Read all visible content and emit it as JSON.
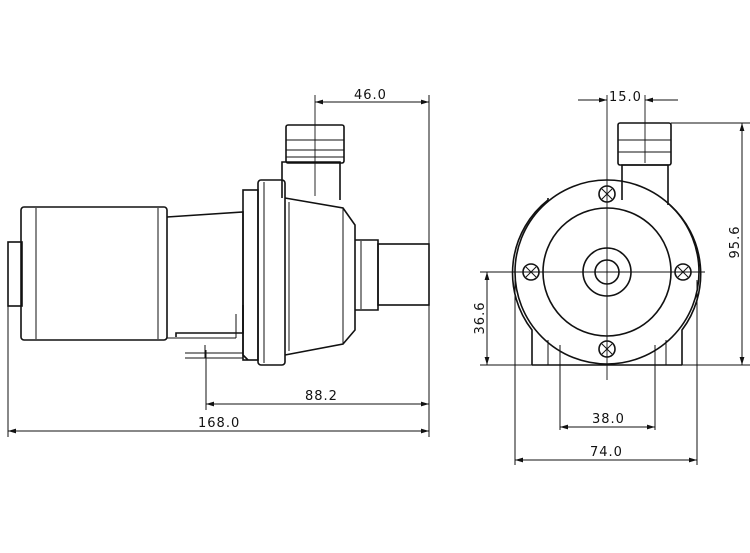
{
  "drawing": {
    "side_view": {
      "dimensions": {
        "outlet_to_end": "46.0",
        "flange_to_end": "88.2",
        "overall_length": "168.0"
      }
    },
    "front_view": {
      "dimensions": {
        "outlet_offset": "15.0",
        "overall_height": "95.6",
        "mount_height": "36.6",
        "mount_hole_spacing": "38.0",
        "overall_width": "74.0"
      }
    }
  }
}
